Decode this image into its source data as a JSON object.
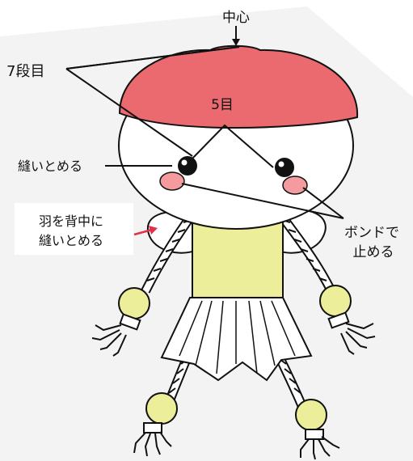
{
  "labels": {
    "center": "中心",
    "row7": "7段目",
    "row5": "5目",
    "sew_eyes": "縫いとめる",
    "wing_line1": "羽を背中に",
    "wing_line2": "縫いとめる",
    "bond_line1": "ボンドで",
    "bond_line2": "止める"
  },
  "colors": {
    "hat": "#ea6a70",
    "shirt": "#ecee9a",
    "beads": "#ecee9a",
    "cheeks": "#f39b9e",
    "background_panel": "#f3f3f3",
    "arrow_red": "#e0304a"
  }
}
